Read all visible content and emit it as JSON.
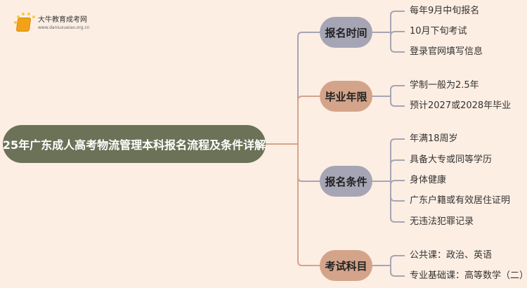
{
  "logo": {
    "title": "大牛教育成考网",
    "url": "www.daniuxueiao.org.cn"
  },
  "root": {
    "label": "25年广东成人高考物流管理本科报名流程及条件详解"
  },
  "colors": {
    "background": "#fdeee3",
    "root": "#6b7257",
    "gray": "#a6a5b5",
    "tan": "#d4a48a"
  },
  "branches": [
    {
      "label": "报名时间",
      "color": "#a6a5b5",
      "leaves": [
        "每年9月中旬报名",
        "10月下旬考试",
        "登录官网填写信息"
      ]
    },
    {
      "label": "毕业年限",
      "color": "#d4a48a",
      "leaves": [
        "学制一般为2.5年",
        "预计2027或2028年毕业"
      ]
    },
    {
      "label": "报名条件",
      "color": "#a6a5b5",
      "leaves": [
        "年满18周岁",
        "具备大专或同等学历",
        "身体健康",
        "广东户籍或有效居住证明",
        "无违法犯罪记录"
      ]
    },
    {
      "label": "考试科目",
      "color": "#d4a48a",
      "leaves": [
        "公共课：政治、英语",
        "专业基础课：高等数学（二）"
      ]
    }
  ]
}
